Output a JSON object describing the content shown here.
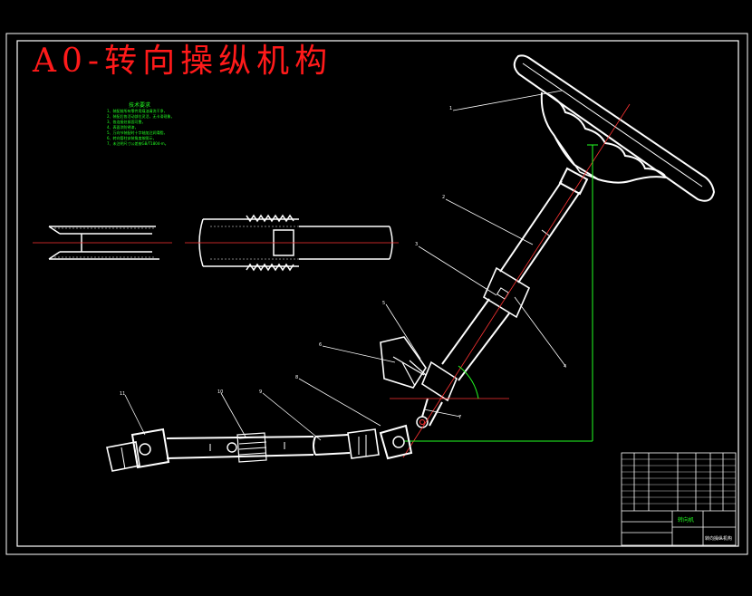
{
  "drawing": {
    "title": "A0-转向操纵机构"
  },
  "technical_notes": {
    "title": "技术要求",
    "lines": [
      "1、装配前所有零件用煤油清洗干净，",
      "2、装配后各活动部位灵活，无卡滞现象，",
      "3、各连接处紧固可靠，",
      "4、表面涂防锈漆，",
      "5、万向节装配时十字轴加注润滑脂，",
      "6、转向管柱安装角度按图示，",
      "7、未注明尺寸公差按GB/T1804-m。"
    ]
  },
  "balloons": [
    "1",
    "2",
    "3",
    "4",
    "5",
    "6",
    "7",
    "8",
    "9",
    "10",
    "11"
  ],
  "title_block": {
    "school_stamp": "转向机",
    "drawing_name": "转向操纵机构"
  },
  "colors": {
    "background": "#000000",
    "line": "#ffffff",
    "title": "#ff1a1a",
    "dimension": "#22ff22",
    "centerline": "#ff3333"
  }
}
